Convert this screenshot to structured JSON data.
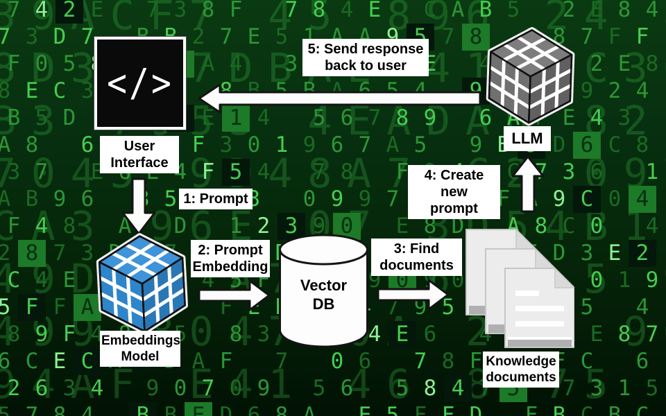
{
  "nodes": {
    "user_interface": {
      "icon_glyph": "</>",
      "label_line1": "User",
      "label_line2": "Interface"
    },
    "embeddings_model": {
      "label_line1": "Embeddings",
      "label_line2": "Model"
    },
    "vector_db": {
      "label_line1": "Vector",
      "label_line2": "DB"
    },
    "knowledge_documents": {
      "label_line1": "Knowledge",
      "label_line2": "documents"
    },
    "llm": {
      "label": "LLM"
    }
  },
  "steps": {
    "step1": {
      "text": "1: Prompt"
    },
    "step2": {
      "line1": "2: Prompt",
      "line2": "Embedding"
    },
    "step3": {
      "line1": "3: Find",
      "line2": "documents"
    },
    "step4": {
      "line1": "4: Create new",
      "line2": "prompt"
    },
    "step5": {
      "line1": "5: Send response",
      "line2": "back to user"
    }
  },
  "colors": {
    "background_dark_green": "#052509",
    "matrix_green_dim": "#1a6a23",
    "matrix_green_mid": "#2c9636",
    "matrix_green_bright": "#46cd50",
    "embeddings_cube_blue": "#2f85ca",
    "llm_cube_gray": "#707070",
    "label_background": "#ffffff",
    "label_text": "#000000",
    "arrow_fill": "#fcfcfc"
  },
  "matrix_background": {
    "front_rows": [
      "742E 738F 784E CAB5 2E84",
      "73D7 BB27E51AA9578 F87FF",
      "F0585 7A4 3E8F E 46D72E8",
      "8EC3 03 8B5BA654 900 924",
      "B5D EFAE14 56789 6AFE43 ",
      "A8 636 F301967A5 9B9D6C8",
      "37 E6E4F54 78 F94 C736 1",
      "AB96 85 43 0997 3FFA9C04",
      "F48 A D 12390 E8D A8C0 4",
      "2873D57 CEDBC CB4 5ED3E2",
      "C4E 7 F45FE 19090 E8 019",
      "5FFA E4 FEB 84795 9275 4",
      "89F48 5 8313 4E6 485AE87",
      "6CECA DAF 7 06 78FDFFC 6",
      "2634 90709 56 58475 7315",
      "5784 BBED68A E5FFD FBCBC"
    ],
    "back_rows": [
      "39ACF7 45 896 24 8",
      "8D3 07DBAE 419 C36",
      "B3 7953 4EADAD 82 ",
      "7045 9D48A7 C2 097",
      "CA3 96E 07 3D54B1 ",
      "49D80 A71 E60A 5 9",
      "499 8047A0A 215 96",
      "94AF E41 46 8 75 3"
    ]
  }
}
